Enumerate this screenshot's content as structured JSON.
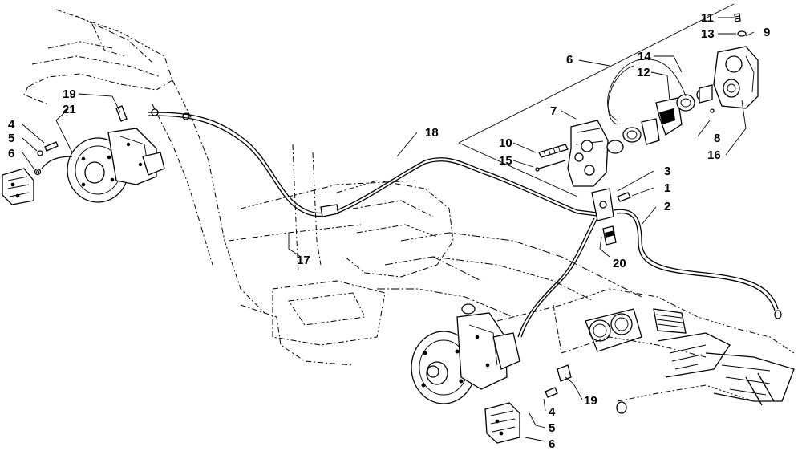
{
  "labels": [
    {
      "text": "11"
    },
    {
      "text": "13"
    },
    {
      "text": "9"
    },
    {
      "text": "6"
    },
    {
      "text": "14"
    },
    {
      "text": "12"
    },
    {
      "text": "7"
    },
    {
      "text": "8"
    },
    {
      "text": "16"
    },
    {
      "text": "10"
    },
    {
      "text": "15"
    },
    {
      "text": "18"
    },
    {
      "text": "3"
    },
    {
      "text": "1"
    },
    {
      "text": "2"
    },
    {
      "text": "20"
    },
    {
      "text": "17"
    },
    {
      "text": "19"
    },
    {
      "text": "21"
    },
    {
      "text": "4"
    },
    {
      "text": "5"
    },
    {
      "text": "6"
    },
    {
      "text": "19"
    },
    {
      "text": "4"
    },
    {
      "text": "5"
    },
    {
      "text": "6"
    }
  ]
}
